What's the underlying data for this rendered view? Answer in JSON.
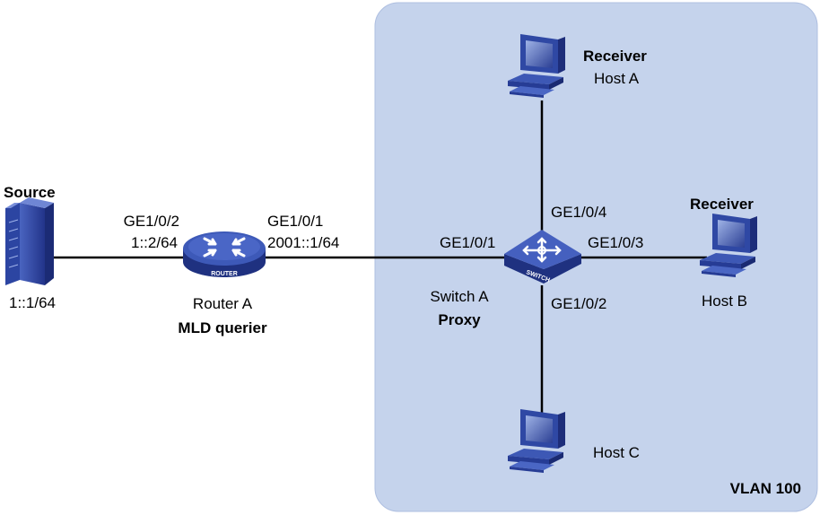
{
  "vlan": {
    "label": "VLAN 100",
    "fill": "#c5d3ec",
    "stroke": "#9aaed3"
  },
  "source": {
    "title": "Source",
    "ip": "1::1/64"
  },
  "router": {
    "icon_text": "ROUTER",
    "name": "Router A",
    "role": "MLD querier",
    "port_left": "GE1/0/2",
    "ip_left": "1::2/64",
    "port_right": "GE1/0/1",
    "ip_right": "2001::1/64"
  },
  "switch": {
    "icon_text": "SWITCH",
    "name": "Switch A",
    "role": "Proxy",
    "port_west": "GE1/0/1",
    "port_north": "GE1/0/4",
    "port_east": "GE1/0/3",
    "port_south": "GE1/0/2"
  },
  "host_a": {
    "role": "Receiver",
    "name": "Host A"
  },
  "host_b": {
    "role": "Receiver",
    "name": "Host B"
  },
  "host_c": {
    "name": "Host C"
  },
  "colors": {
    "device_blue": "#3b56b0",
    "device_dark": "#1e2f7a",
    "line": "#000000"
  }
}
